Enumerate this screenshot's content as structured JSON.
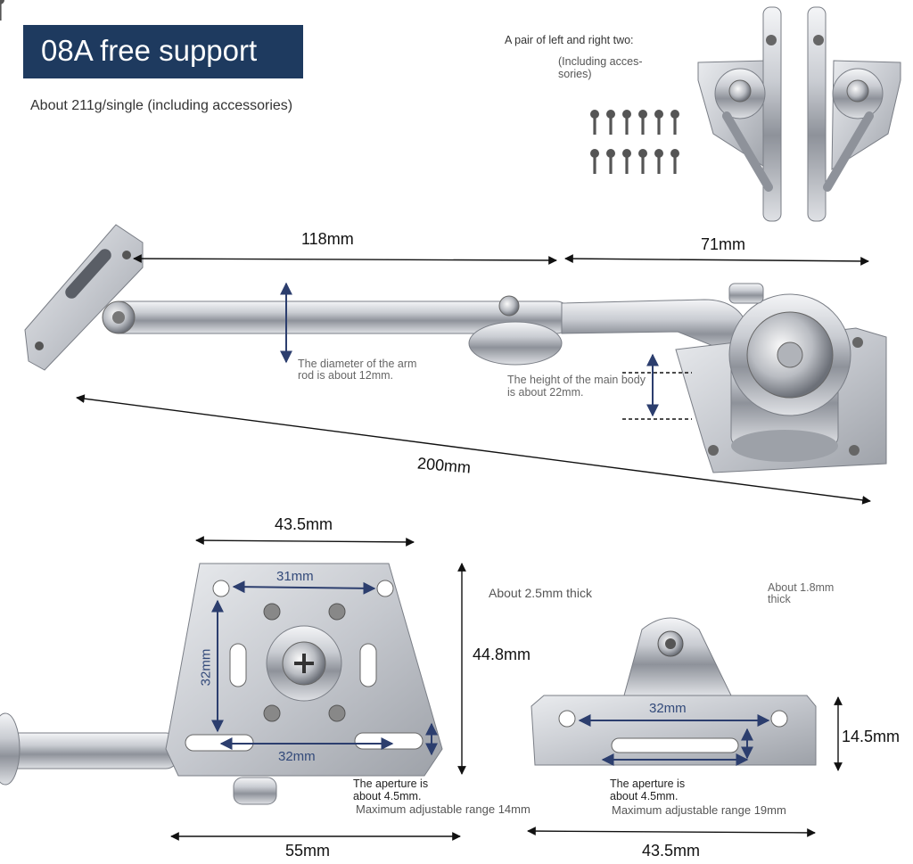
{
  "title": "08A free support",
  "weight": "About 211g/single (including accessories)",
  "pair_label": "A pair of left and right two:",
  "including_line1": "(Including acces-",
  "including_line2": "sories)",
  "dims": {
    "arm_length": "118mm",
    "body_length": "71mm",
    "total_length": "200mm",
    "plate_width_top": "43.5mm",
    "plate_hole_spacing_top": "31mm",
    "plate_hole_spacing_side": "32mm",
    "plate_slot_spacing": "32mm",
    "plate_height": "44.8mm",
    "arm_bottom": "55mm",
    "bracket_hole_spacing": "32mm",
    "bracket_height": "14.5mm",
    "bracket_width": "43.5mm"
  },
  "notes": {
    "rod_line1": "The diameter of the arm",
    "rod_line2": "rod is about 12mm.",
    "body_line1": "The height of the main body",
    "body_line2": "is about 22mm.",
    "thick_25": "About 2.5mm thick",
    "thick_18_line1": "About 1.8mm",
    "thick_18_line2": "thick",
    "aperture_left_line1": "The aperture is",
    "aperture_left_line2": "about 4.5mm.",
    "range_left": "Maximum adjustable range 14mm",
    "aperture_right_line1": "The aperture is",
    "aperture_right_line2": "about 4.5mm.",
    "range_right": "Maximum adjustable range 19mm"
  },
  "colors": {
    "title_bg": "#1e3a5f",
    "metal_light": "#e8eaee",
    "metal_mid": "#b8bcc4",
    "metal_dark": "#6c7078",
    "arrow": "#111111",
    "arrow_blue": "#2c3e6e"
  }
}
